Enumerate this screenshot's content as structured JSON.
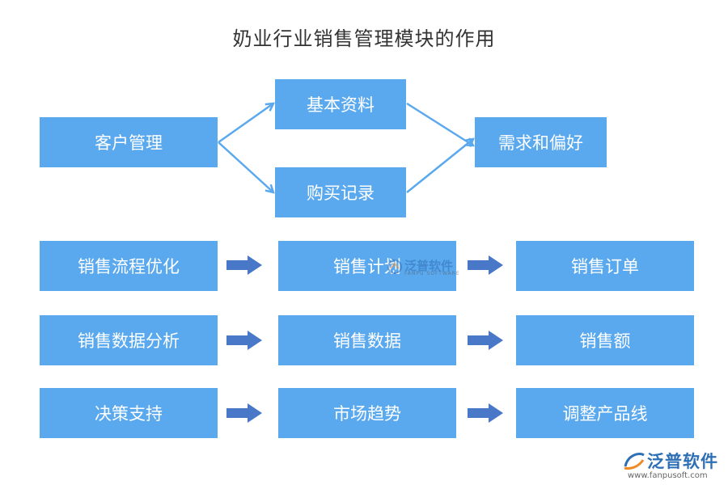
{
  "title": "奶业行业销售管理模块的作用",
  "colors": {
    "box_fill": "#5aa9ef",
    "box_text": "#ffffff",
    "thin_arrow": "#5aa9ef",
    "block_arrow": "#4a78c9",
    "title_text": "#333333"
  },
  "nodes": {
    "customer_mgmt": "客户管理",
    "basic_info": "基本资料",
    "purchase_records": "购买记录",
    "needs_preferences": "需求和偏好",
    "process_opt": "销售流程优化",
    "sales_plan": "销售计划",
    "sales_order": "销售订单",
    "data_analysis": "销售数据分析",
    "sales_data": "销售数据",
    "sales_amount": "销售额",
    "decision_support": "决策支持",
    "market_trend": "市场趋势",
    "adjust_product_line": "调整产品线"
  },
  "edges": [
    [
      "customer_mgmt",
      "basic_info"
    ],
    [
      "customer_mgmt",
      "purchase_records"
    ],
    [
      "basic_info",
      "needs_preferences"
    ],
    [
      "purchase_records",
      "needs_preferences"
    ],
    [
      "process_opt",
      "sales_plan"
    ],
    [
      "sales_plan",
      "sales_order"
    ],
    [
      "data_analysis",
      "sales_data"
    ],
    [
      "sales_data",
      "sales_amount"
    ],
    [
      "decision_support",
      "market_trend"
    ],
    [
      "market_trend",
      "adjust_product_line"
    ]
  ],
  "brand": {
    "name": "泛普软件",
    "url": "www.fanpusoft.com",
    "watermark_name": "泛普软件",
    "watermark_sub": "FANPU SOFTWARE"
  }
}
